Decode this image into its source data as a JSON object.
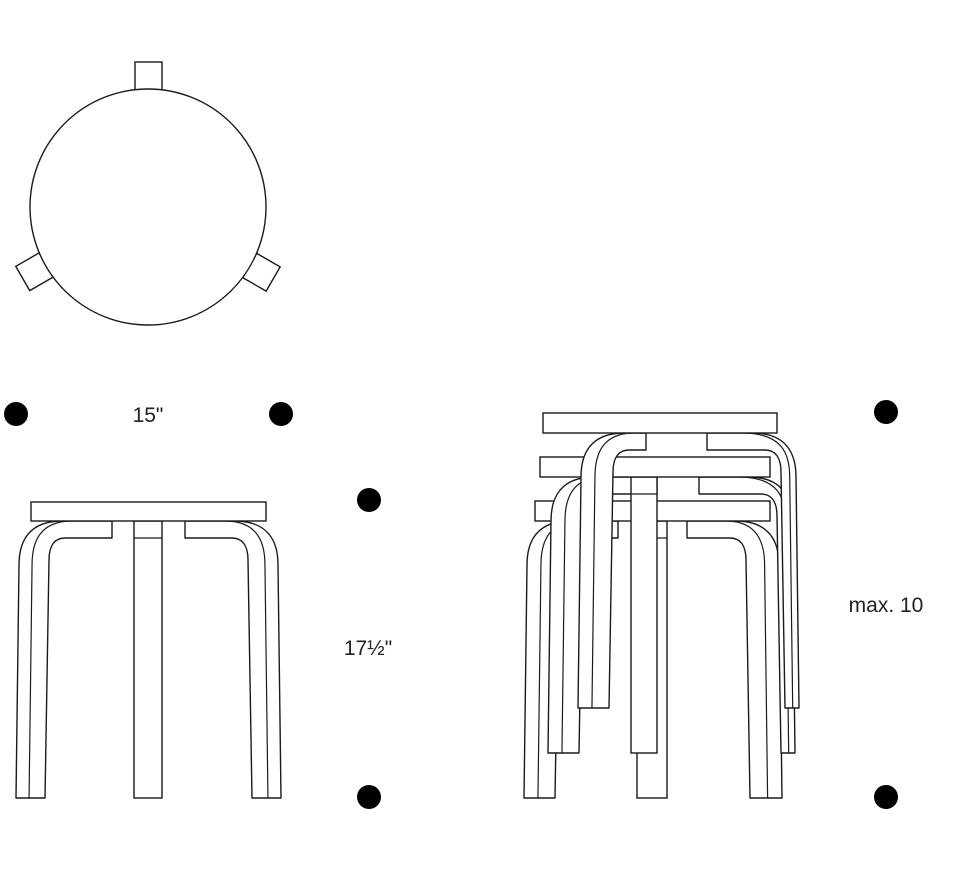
{
  "title": "Stool 60 dimensions diagram",
  "labels": {
    "width": "15\"",
    "height": "17½\"",
    "stacking": "max. 10"
  },
  "colors": {
    "line": "#1a1a1a",
    "dot": "#000000",
    "fill": "#ffffff"
  }
}
